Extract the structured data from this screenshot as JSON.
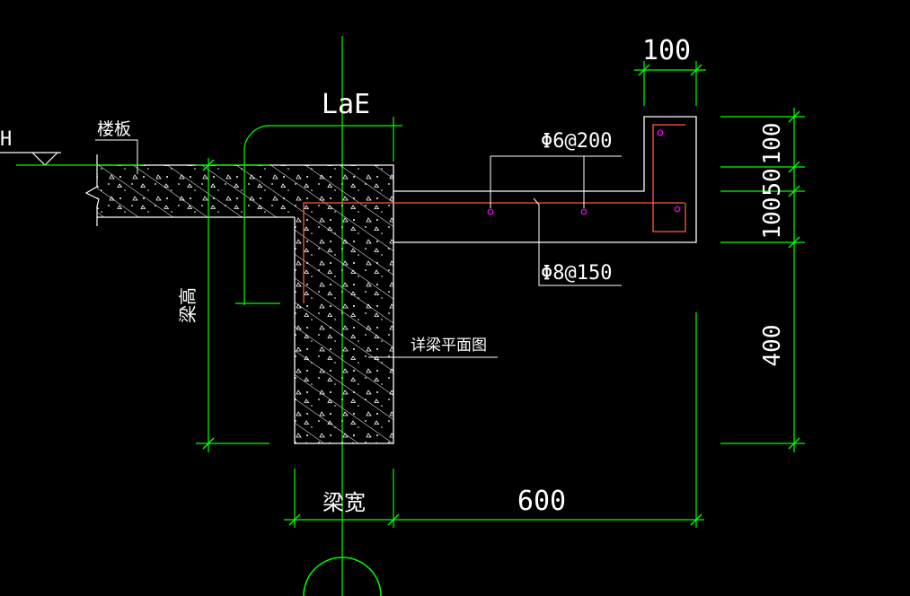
{
  "colors": {
    "background": "#000000",
    "dimension": "#00ff00",
    "outline": "#ffffff",
    "rebar": "#ff5a3c",
    "rebar_point": "#ff00ff"
  },
  "drawing": {
    "level_mark": "H",
    "slab_label": "楼板",
    "anchorage_label": "LaE",
    "beam_height_label": "梁高",
    "plan_note": "详梁平面图",
    "top_rebar_label": "Φ6@200",
    "bottom_rebar_label": "Φ8@150"
  },
  "dimensions": {
    "top_width": "100",
    "beam_width": "梁宽",
    "overhang": "600",
    "right_1": "100",
    "right_2": "50",
    "right_3": "100",
    "right_4": "400"
  }
}
